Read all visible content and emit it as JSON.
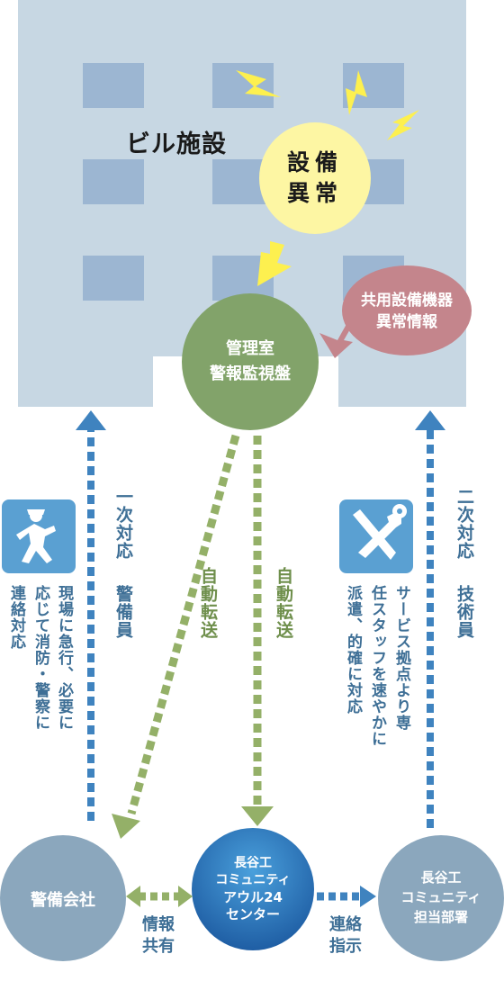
{
  "building": {
    "label": "ビル施設"
  },
  "anomaly": {
    "line1": "設備",
    "line2": "異常"
  },
  "shared_equipment": {
    "line1": "共用設備機器",
    "line2": "異常情報"
  },
  "control_room": {
    "line1": "管理室",
    "line2": "警報監視盤"
  },
  "auto_transfer_left": "自動転送",
  "auto_transfer_right": "自動転送",
  "primary_response": {
    "title": "一次対応",
    "role": "警備員",
    "desc_col1": "現場に急行、必要に",
    "desc_col2": "応じて消防・警察に",
    "desc_col3": "連絡対応"
  },
  "secondary_response": {
    "title": "二次対応",
    "role": "技術員",
    "desc_col1": "サービス拠点より専",
    "desc_col2": "任スタッフを速やかに",
    "desc_col3": "派遣、的確に対応"
  },
  "security_company": "警備会社",
  "info_share": {
    "line1": "情報",
    "line2": "共有"
  },
  "center": {
    "line1": "長谷工",
    "line2": "コミュニティ",
    "line3": "アウル24",
    "line4": "センター"
  },
  "contact_instruct": {
    "line1": "連絡",
    "line2": "指示"
  },
  "department": {
    "line1": "長谷工",
    "line2": "コミュニティ",
    "line3": "担当部署"
  },
  "icons": {
    "guard": "running-guard-icon",
    "tools": "wrench-screwdriver-icon"
  },
  "colors": {
    "building": "#c7d7e3",
    "window": "#9cb6d2",
    "bolt": "#fdf04f",
    "anomaly_circle": "#fdf6a3",
    "control_green": "#82a36a",
    "shared_rose": "#c4858c",
    "blue_arrow": "#3f83bf",
    "green_arrow": "#94b068",
    "node_gray": "#8ba7bd",
    "center_blue": "#2f6fb4",
    "text_blue": "#3e6f96"
  }
}
